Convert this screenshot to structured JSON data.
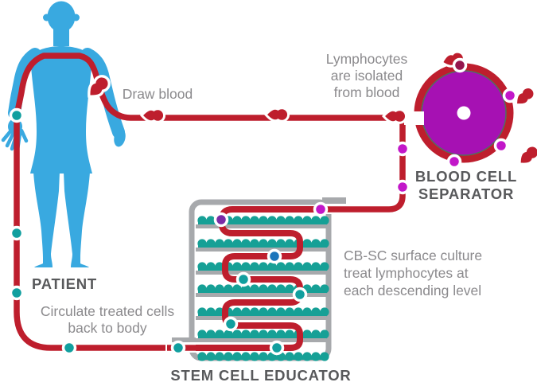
{
  "colors": {
    "body_blue": "#39a9e0",
    "tube_red": "#be1e2d",
    "frame_gray": "#a7a9ac",
    "culture_teal": "#16a096",
    "dot_teal": "#119f9f",
    "dot_blue": "#1b75bb",
    "dot_purple": "#7a2ba6",
    "dot_magenta": "#c217c9",
    "dot_maroon": "#95164d",
    "separator_purple": "#a611b3",
    "ring_dark": "#4f6f60",
    "label_dark": "#58595b",
    "label_light": "#8b8a8d"
  },
  "patient": {
    "label": "PATIENT"
  },
  "separator": {
    "label": [
      "BLOOD CELL",
      "SEPARATOR"
    ],
    "annotation": [
      "Lymphocytes",
      "are isolated",
      "from blood"
    ]
  },
  "educator": {
    "label": "STEM CELL EDUCATOR",
    "annotation": [
      "CB-SC surface culture",
      "treat lymphocytes at",
      "each descending level"
    ]
  },
  "steps": {
    "draw_blood": "Draw blood",
    "circulate": [
      "Circulate treated cells",
      "back to body"
    ]
  }
}
